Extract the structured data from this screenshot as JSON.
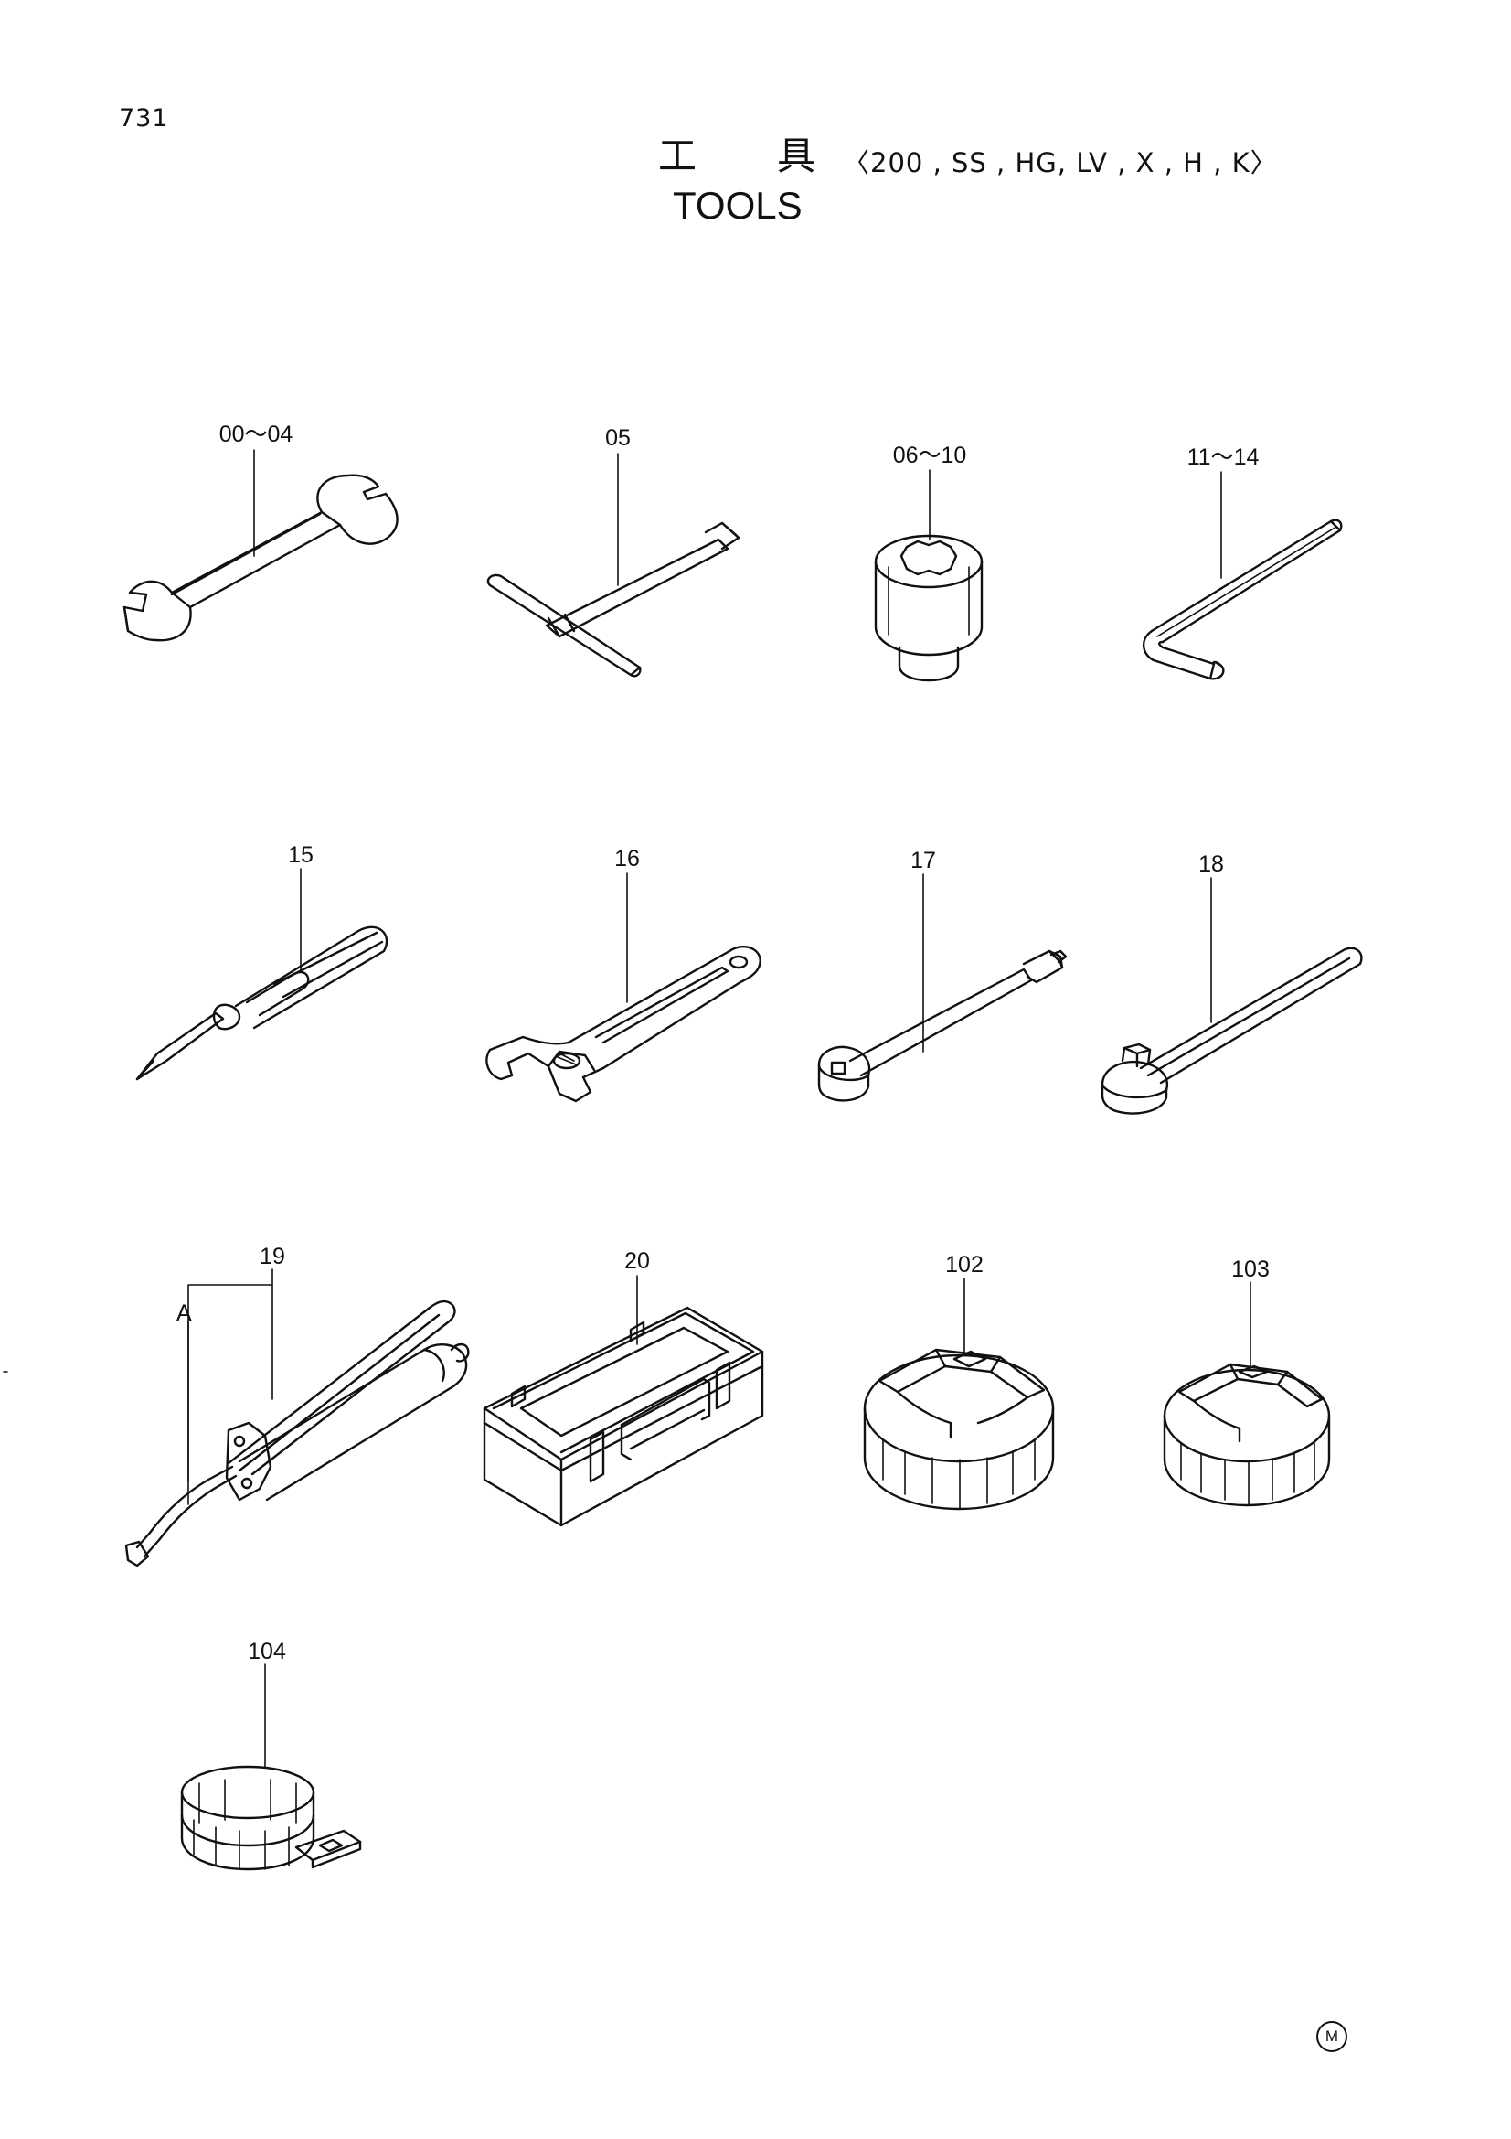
{
  "page_number": "731",
  "title": {
    "japanese_left": "工",
    "japanese_right": "具",
    "models": "〈200 , SS , HG, LV , X , H , K〉",
    "english": "TOOLS"
  },
  "callouts": {
    "wrench": "00～04",
    "t_handle_wrench": "05",
    "socket": "06～10",
    "hex_key": "11～14",
    "screwdriver": "15",
    "adjustable_wrench": "16",
    "extension_bar": "17",
    "ratchet_handle": "18",
    "grease_gun": "19",
    "grease_gun_nozzle": "A",
    "tool_box": "20",
    "filter_wrench_large": "102",
    "filter_wrench_medium": "103",
    "filter_wrench_band": "104"
  },
  "corner_mark": "M"
}
